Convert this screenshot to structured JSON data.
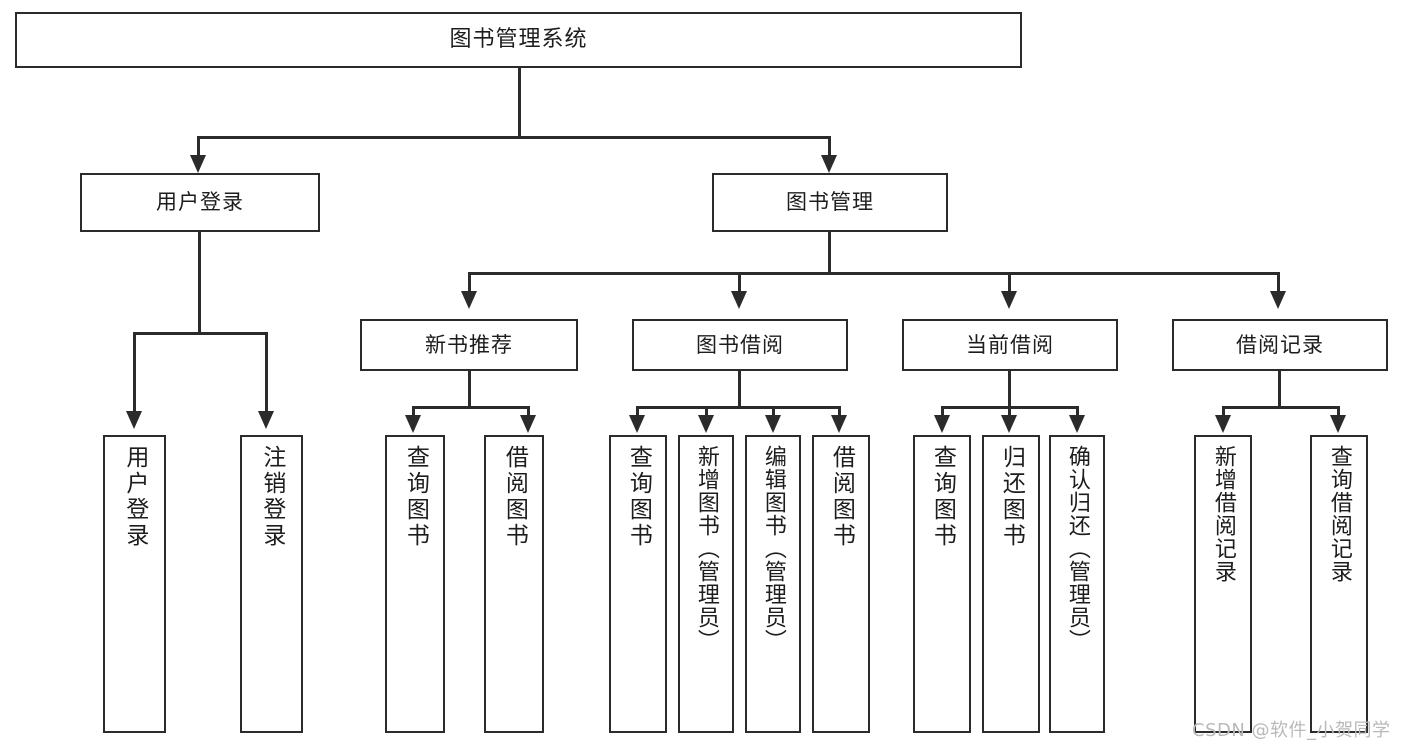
{
  "diagram": {
    "title": "图书管理系统",
    "type": "tree",
    "nodes": {
      "root": {
        "label": "图书管理系统"
      },
      "user_login": {
        "label": "用户登录"
      },
      "book_manage": {
        "label": "图书管理"
      },
      "new_book_rec": {
        "label": "新书推荐"
      },
      "book_borrow": {
        "label": "图书借阅"
      },
      "current_borrow": {
        "label": "当前借阅"
      },
      "borrow_record": {
        "label": "借阅记录"
      },
      "leaf_user_login": {
        "label": "用户登录"
      },
      "leaf_logout_login": {
        "label": "注销登录"
      },
      "leaf_query_book_1": {
        "label": "查询图书"
      },
      "leaf_borrow_book_1": {
        "label": "借阅图书"
      },
      "leaf_query_book_2": {
        "label": "查询图书"
      },
      "leaf_add_book_admin": {
        "label": "新增图书（管理员）"
      },
      "leaf_edit_book_admin": {
        "label": "编辑图书（管理员）"
      },
      "leaf_borrow_book_2": {
        "label": "借阅图书"
      },
      "leaf_query_book_3": {
        "label": "查询图书"
      },
      "leaf_return_book": {
        "label": "归还图书"
      },
      "leaf_confirm_return": {
        "label": "确认归还（管理员）"
      },
      "leaf_add_record": {
        "label": "新增借阅记录"
      },
      "leaf_query_record": {
        "label": "查询借阅记录"
      }
    },
    "edges": [
      {
        "from": "root",
        "to": "user_login"
      },
      {
        "from": "root",
        "to": "book_manage"
      },
      {
        "from": "user_login",
        "to": "leaf_user_login"
      },
      {
        "from": "user_login",
        "to": "leaf_logout_login"
      },
      {
        "from": "book_manage",
        "to": "new_book_rec"
      },
      {
        "from": "book_manage",
        "to": "book_borrow"
      },
      {
        "from": "book_manage",
        "to": "current_borrow"
      },
      {
        "from": "book_manage",
        "to": "borrow_record"
      },
      {
        "from": "new_book_rec",
        "to": "leaf_query_book_1"
      },
      {
        "from": "new_book_rec",
        "to": "leaf_borrow_book_1"
      },
      {
        "from": "book_borrow",
        "to": "leaf_query_book_2"
      },
      {
        "from": "book_borrow",
        "to": "leaf_add_book_admin"
      },
      {
        "from": "book_borrow",
        "to": "leaf_edit_book_admin"
      },
      {
        "from": "book_borrow",
        "to": "leaf_borrow_book_2"
      },
      {
        "from": "current_borrow",
        "to": "leaf_query_book_3"
      },
      {
        "from": "current_borrow",
        "to": "leaf_return_book"
      },
      {
        "from": "current_borrow",
        "to": "leaf_confirm_return"
      },
      {
        "from": "borrow_record",
        "to": "leaf_add_record"
      },
      {
        "from": "borrow_record",
        "to": "leaf_query_record"
      }
    ],
    "colors": {
      "box_border": "#2b2b2b",
      "box_fill": "#ffffff",
      "connector": "#2b2b2b",
      "text": "#1d1d1d",
      "watermark": "#b9b9b9",
      "background": "#ffffff"
    }
  },
  "watermark": {
    "text": "CSDN @软件_小贺同学"
  }
}
